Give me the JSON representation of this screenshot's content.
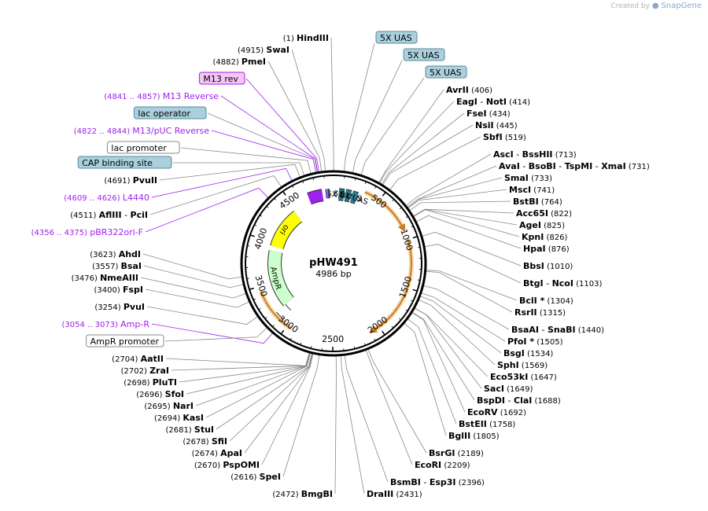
{
  "credit": {
    "prefix": "Created by",
    "brand": "SnapGene"
  },
  "plasmid": {
    "name": "pHW491",
    "size_label": "4986 bp",
    "length": 4986
  },
  "ticks": [
    "500",
    "1000",
    "1500",
    "2000",
    "2500",
    "3000",
    "3500",
    "4000",
    "4500"
  ],
  "features": [
    {
      "name": "5X UAS",
      "label": "5X UAS",
      "start": 60,
      "end": 120,
      "color": "#2b7a8c",
      "dir": 0
    },
    {
      "name": "5X UAS",
      "label": "5X UAS",
      "start": 135,
      "end": 195,
      "color": "#2b7a8c",
      "dir": 0
    },
    {
      "name": "5X UAS",
      "label": "5X UAS",
      "start": 210,
      "end": 270,
      "color": "#2b7a8c",
      "dir": 0
    },
    {
      "name": "ori",
      "label": "ori",
      "start": 3960,
      "end": 4470,
      "color": "#ffff00",
      "dir": -1
    },
    {
      "name": "AmpR",
      "label": "AmpR",
      "start": 3180,
      "end": 3900,
      "color": "#ccffcc",
      "dir": -1
    },
    {
      "name": "AmpR promoter",
      "label": "",
      "start": 3080,
      "end": 3180,
      "color": "#ffffff",
      "dir": 0
    },
    {
      "name": "lac",
      "label": "",
      "start": 4700,
      "end": 4860,
      "color": "#a020f0",
      "dir": 0
    }
  ],
  "left_labels": [
    {
      "pos": "(1)",
      "name": "HindIII",
      "site": 1
    },
    {
      "pos": "(4915)",
      "name": "SwaI",
      "site": 4915
    },
    {
      "pos": "(4882)",
      "name": "PmeI",
      "site": 4882
    },
    {
      "box": "M13 rev",
      "fill": "#f5c6f5",
      "stroke": "#a020f0",
      "site": 4860
    },
    {
      "range": "(4841 .. 4857)",
      "name": "M13 Reverse",
      "purple": true,
      "site": 4849
    },
    {
      "box": "lac operator",
      "fill": "#a9d0dc",
      "stroke": "#5a8aa0",
      "site": 4845
    },
    {
      "range": "(4822 .. 4844)",
      "name": "M13/pUC Reverse",
      "purple": true,
      "site": 4833
    },
    {
      "box": "lac promoter",
      "fill": "#ffffff",
      "stroke": "#888888",
      "site": 4790
    },
    {
      "box": "CAP binding site",
      "fill": "#a9d0dc",
      "stroke": "#5a8aa0",
      "site": 4730
    },
    {
      "pos": "(4691)",
      "name": "PvuII",
      "site": 4691
    },
    {
      "range": "(4609 .. 4626)",
      "name": "L4440",
      "purple": true,
      "site": 4617
    },
    {
      "pos": "(4511)",
      "name": "AflIII",
      "name2": "PciI",
      "site": 4511
    },
    {
      "range": "(4356 .. 4375)",
      "name": "pBR322ori-F",
      "purple": true,
      "site": 4365
    },
    {
      "pos": "(3623)",
      "name": "AhdI",
      "site": 3623
    },
    {
      "pos": "(3557)",
      "name": "BsaI",
      "site": 3557
    },
    {
      "pos": "(3476)",
      "name": "NmeAIII",
      "site": 3476
    },
    {
      "pos": "(3400)",
      "name": "FspI",
      "site": 3400
    },
    {
      "pos": "(3254)",
      "name": "PvuI",
      "site": 3254
    },
    {
      "range": "(3054 .. 3073)",
      "name": "Amp-R",
      "purple": true,
      "site": 3063
    },
    {
      "box": "AmpR promoter",
      "fill": "#ffffff",
      "stroke": "#888888",
      "site": 3130
    },
    {
      "pos": "(2704)",
      "name": "AatII",
      "site": 2704
    },
    {
      "pos": "(2702)",
      "name": "ZraI",
      "site": 2702
    },
    {
      "pos": "(2698)",
      "name": "PluTI",
      "site": 2698
    },
    {
      "pos": "(2696)",
      "name": "SfoI",
      "site": 2696
    },
    {
      "pos": "(2695)",
      "name": "NarI",
      "site": 2695
    },
    {
      "pos": "(2694)",
      "name": "KasI",
      "site": 2694
    },
    {
      "pos": "(2681)",
      "name": "StuI",
      "site": 2681
    },
    {
      "pos": "(2678)",
      "name": "SfiI",
      "site": 2678
    },
    {
      "pos": "(2674)",
      "name": "ApaI",
      "site": 2674
    },
    {
      "pos": "(2670)",
      "name": "PspOMI",
      "site": 2670
    },
    {
      "pos": "(2616)",
      "name": "SpeI",
      "site": 2616
    },
    {
      "pos": "(2472)",
      "name": "BmgBI",
      "site": 2472
    }
  ],
  "right_labels": [
    {
      "box": "5X UAS",
      "fill": "#a9d0dc",
      "stroke": "#5a8aa0",
      "site": 90
    },
    {
      "box": "5X UAS",
      "fill": "#a9d0dc",
      "stroke": "#5a8aa0",
      "site": 165
    },
    {
      "box": "5X UAS",
      "fill": "#a9d0dc",
      "stroke": "#5a8aa0",
      "site": 240
    },
    {
      "names": [
        "AvrII"
      ],
      "pos": "(406)",
      "site": 406
    },
    {
      "names": [
        "EagI",
        "NotI"
      ],
      "pos": "(414)",
      "site": 414
    },
    {
      "names": [
        "FseI"
      ],
      "pos": "(434)",
      "site": 434
    },
    {
      "names": [
        "NsiI"
      ],
      "pos": "(445)",
      "site": 445
    },
    {
      "names": [
        "SbfI"
      ],
      "pos": "(519)",
      "site": 519
    },
    {
      "names": [
        "AscI",
        "BssHII"
      ],
      "pos": "(713)",
      "site": 713
    },
    {
      "names": [
        "AvaI",
        "BsoBI",
        "TspMI",
        "XmaI"
      ],
      "pos": "(731)",
      "site": 731
    },
    {
      "names": [
        "SmaI"
      ],
      "pos": "(733)",
      "site": 733
    },
    {
      "names": [
        "MscI"
      ],
      "pos": "(741)",
      "site": 741
    },
    {
      "names": [
        "BstBI"
      ],
      "pos": "(764)",
      "site": 764
    },
    {
      "names": [
        "Acc65I"
      ],
      "pos": "(822)",
      "site": 822
    },
    {
      "names": [
        "AgeI"
      ],
      "pos": "(825)",
      "site": 825
    },
    {
      "names": [
        "KpnI"
      ],
      "pos": "(826)",
      "site": 826
    },
    {
      "names": [
        "HpaI"
      ],
      "pos": "(876)",
      "site": 876
    },
    {
      "names": [
        "BbsI"
      ],
      "pos": "(1010)",
      "site": 1010
    },
    {
      "names": [
        "BtgI",
        "NcoI"
      ],
      "pos": "(1103)",
      "site": 1103
    },
    {
      "names": [
        "BclI *"
      ],
      "pos": "(1304)",
      "site": 1304
    },
    {
      "names": [
        "RsrII"
      ],
      "pos": "(1315)",
      "site": 1315
    },
    {
      "names": [
        "BsaAI",
        "SnaBI"
      ],
      "pos": "(1440)",
      "site": 1440
    },
    {
      "names": [
        "PfoI *"
      ],
      "pos": "(1505)",
      "site": 1505
    },
    {
      "names": [
        "BsgI"
      ],
      "pos": "(1534)",
      "site": 1534
    },
    {
      "names": [
        "SphI"
      ],
      "pos": "(1569)",
      "site": 1569
    },
    {
      "names": [
        "Eco53kI"
      ],
      "pos": "(1647)",
      "site": 1647
    },
    {
      "names": [
        "SacI"
      ],
      "pos": "(1649)",
      "site": 1649
    },
    {
      "names": [
        "BspDI",
        "ClaI"
      ],
      "pos": "(1688)",
      "site": 1688
    },
    {
      "names": [
        "EcoRV"
      ],
      "pos": "(1692)",
      "site": 1692
    },
    {
      "names": [
        "BstEII"
      ],
      "pos": "(1758)",
      "site": 1758
    },
    {
      "names": [
        "BglII"
      ],
      "pos": "(1805)",
      "site": 1805
    },
    {
      "names": [
        "BsrGI"
      ],
      "pos": "(2189)",
      "site": 2189
    },
    {
      "names": [
        "EcoRI"
      ],
      "pos": "(2209)",
      "site": 2209
    },
    {
      "names": [
        "BsmBI",
        "Esp3I"
      ],
      "pos": "(2396)",
      "site": 2396
    },
    {
      "names": [
        "DraIII"
      ],
      "pos": "(2431)",
      "site": 2431
    }
  ]
}
